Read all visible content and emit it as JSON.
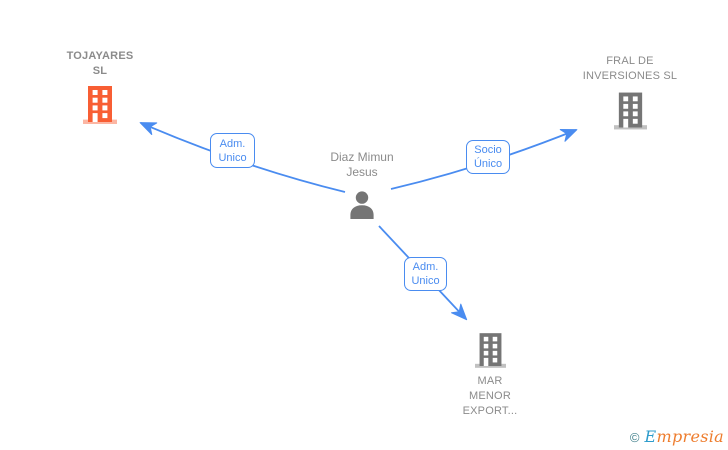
{
  "diagram_title": "Corporate relationships diagram",
  "colors": {
    "accent_blue": "#4a8cf0",
    "node_gray": "#757575",
    "text_gray": "#8b8b8b",
    "org_orange": "#f85e34",
    "logo_teal": "#41808c",
    "logo_blue": "#2e9ccc",
    "logo_orange": "#ee7d2e"
  },
  "nodes": {
    "tojayares": {
      "name": "TOJAYARES SL",
      "type": "company",
      "icon": "building-icon",
      "highlight": true
    },
    "fral": {
      "name": "FRAL DE INVERSIONES SL",
      "type": "company",
      "icon": "building-icon",
      "highlight": false
    },
    "person": {
      "name": "Diaz Mimun Jesus",
      "type": "person",
      "icon": "person-icon"
    },
    "mar": {
      "name": "MAR MENOR EXPORT...",
      "type": "company",
      "icon": "building-icon",
      "highlight": false
    }
  },
  "edges": [
    {
      "label": "Adm. Unico",
      "from": "Diaz Mimun Jesus",
      "to": "TOJAYARES SL"
    },
    {
      "label": "Socio Único",
      "from": "Diaz Mimun Jesus",
      "to": "FRAL DE INVERSIONES SL"
    },
    {
      "label": "Adm. Unico",
      "from": "Diaz Mimun Jesus",
      "to": "MAR MENOR EXPORT..."
    }
  ],
  "logo": {
    "copyright": "©",
    "brand_first": "E",
    "brand_rest": "mpresia"
  }
}
